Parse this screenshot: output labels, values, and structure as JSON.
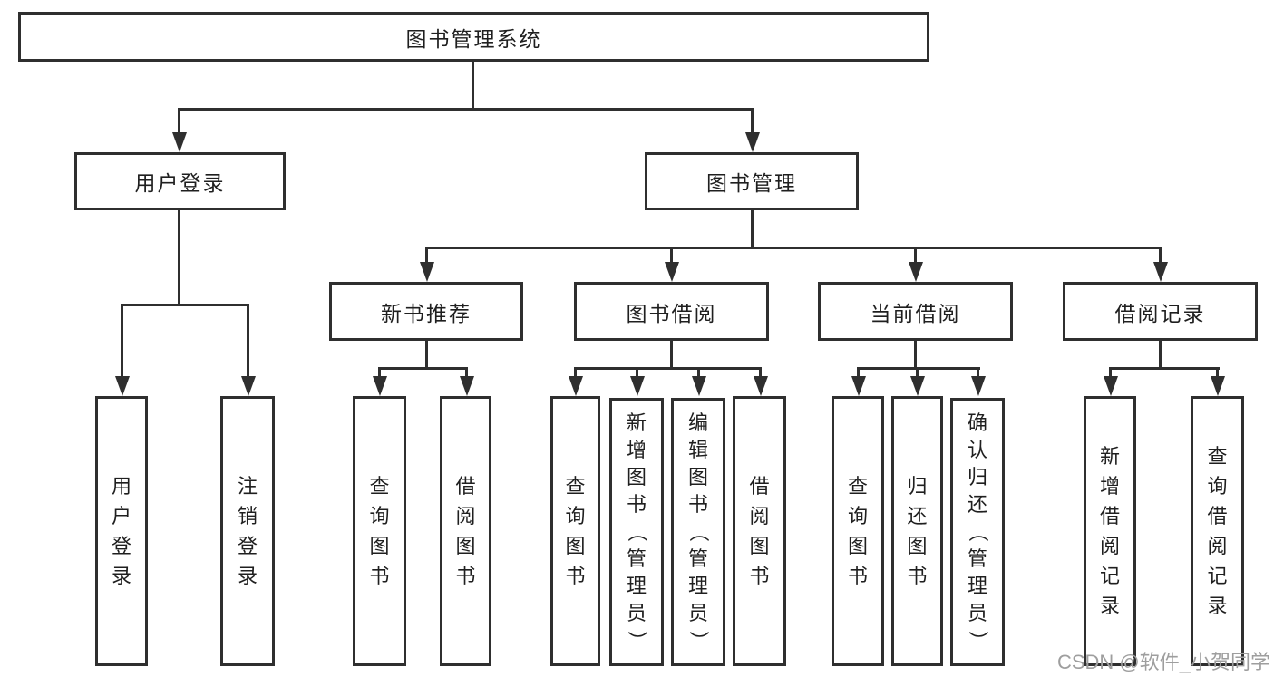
{
  "title": {
    "label": "图书管理系统"
  },
  "level2": [
    {
      "label": "用户登录"
    },
    {
      "label": "图书管理"
    }
  ],
  "level3": [
    {
      "label": "新书推荐"
    },
    {
      "label": "图书借阅"
    },
    {
      "label": "当前借阅"
    },
    {
      "label": "借阅记录"
    }
  ],
  "leaves": {
    "user_login": [
      {
        "label": "用户登录"
      },
      {
        "label": "注销登录"
      }
    ],
    "new_books": [
      {
        "label": "查询图书"
      },
      {
        "label": "借阅图书"
      }
    ],
    "book_borrow": [
      {
        "label": "查询图书"
      },
      {
        "label": "新增图书（管理员）"
      },
      {
        "label": "编辑图书（管理员）"
      },
      {
        "label": "借阅图书"
      }
    ],
    "current_borrow": [
      {
        "label": "查询图书"
      },
      {
        "label": "归还图书"
      },
      {
        "label": "确认归还（管理员）"
      }
    ],
    "borrow_records": [
      {
        "label": "新增借阅记录"
      },
      {
        "label": "查询借阅记录"
      }
    ]
  },
  "watermark": {
    "text": "CSDN @软件_小贺同学"
  },
  "colors": {
    "line": "#2f2f2f",
    "text": "#1f1f1f",
    "background": "#ffffff",
    "watermark": "#9e9e9e"
  }
}
